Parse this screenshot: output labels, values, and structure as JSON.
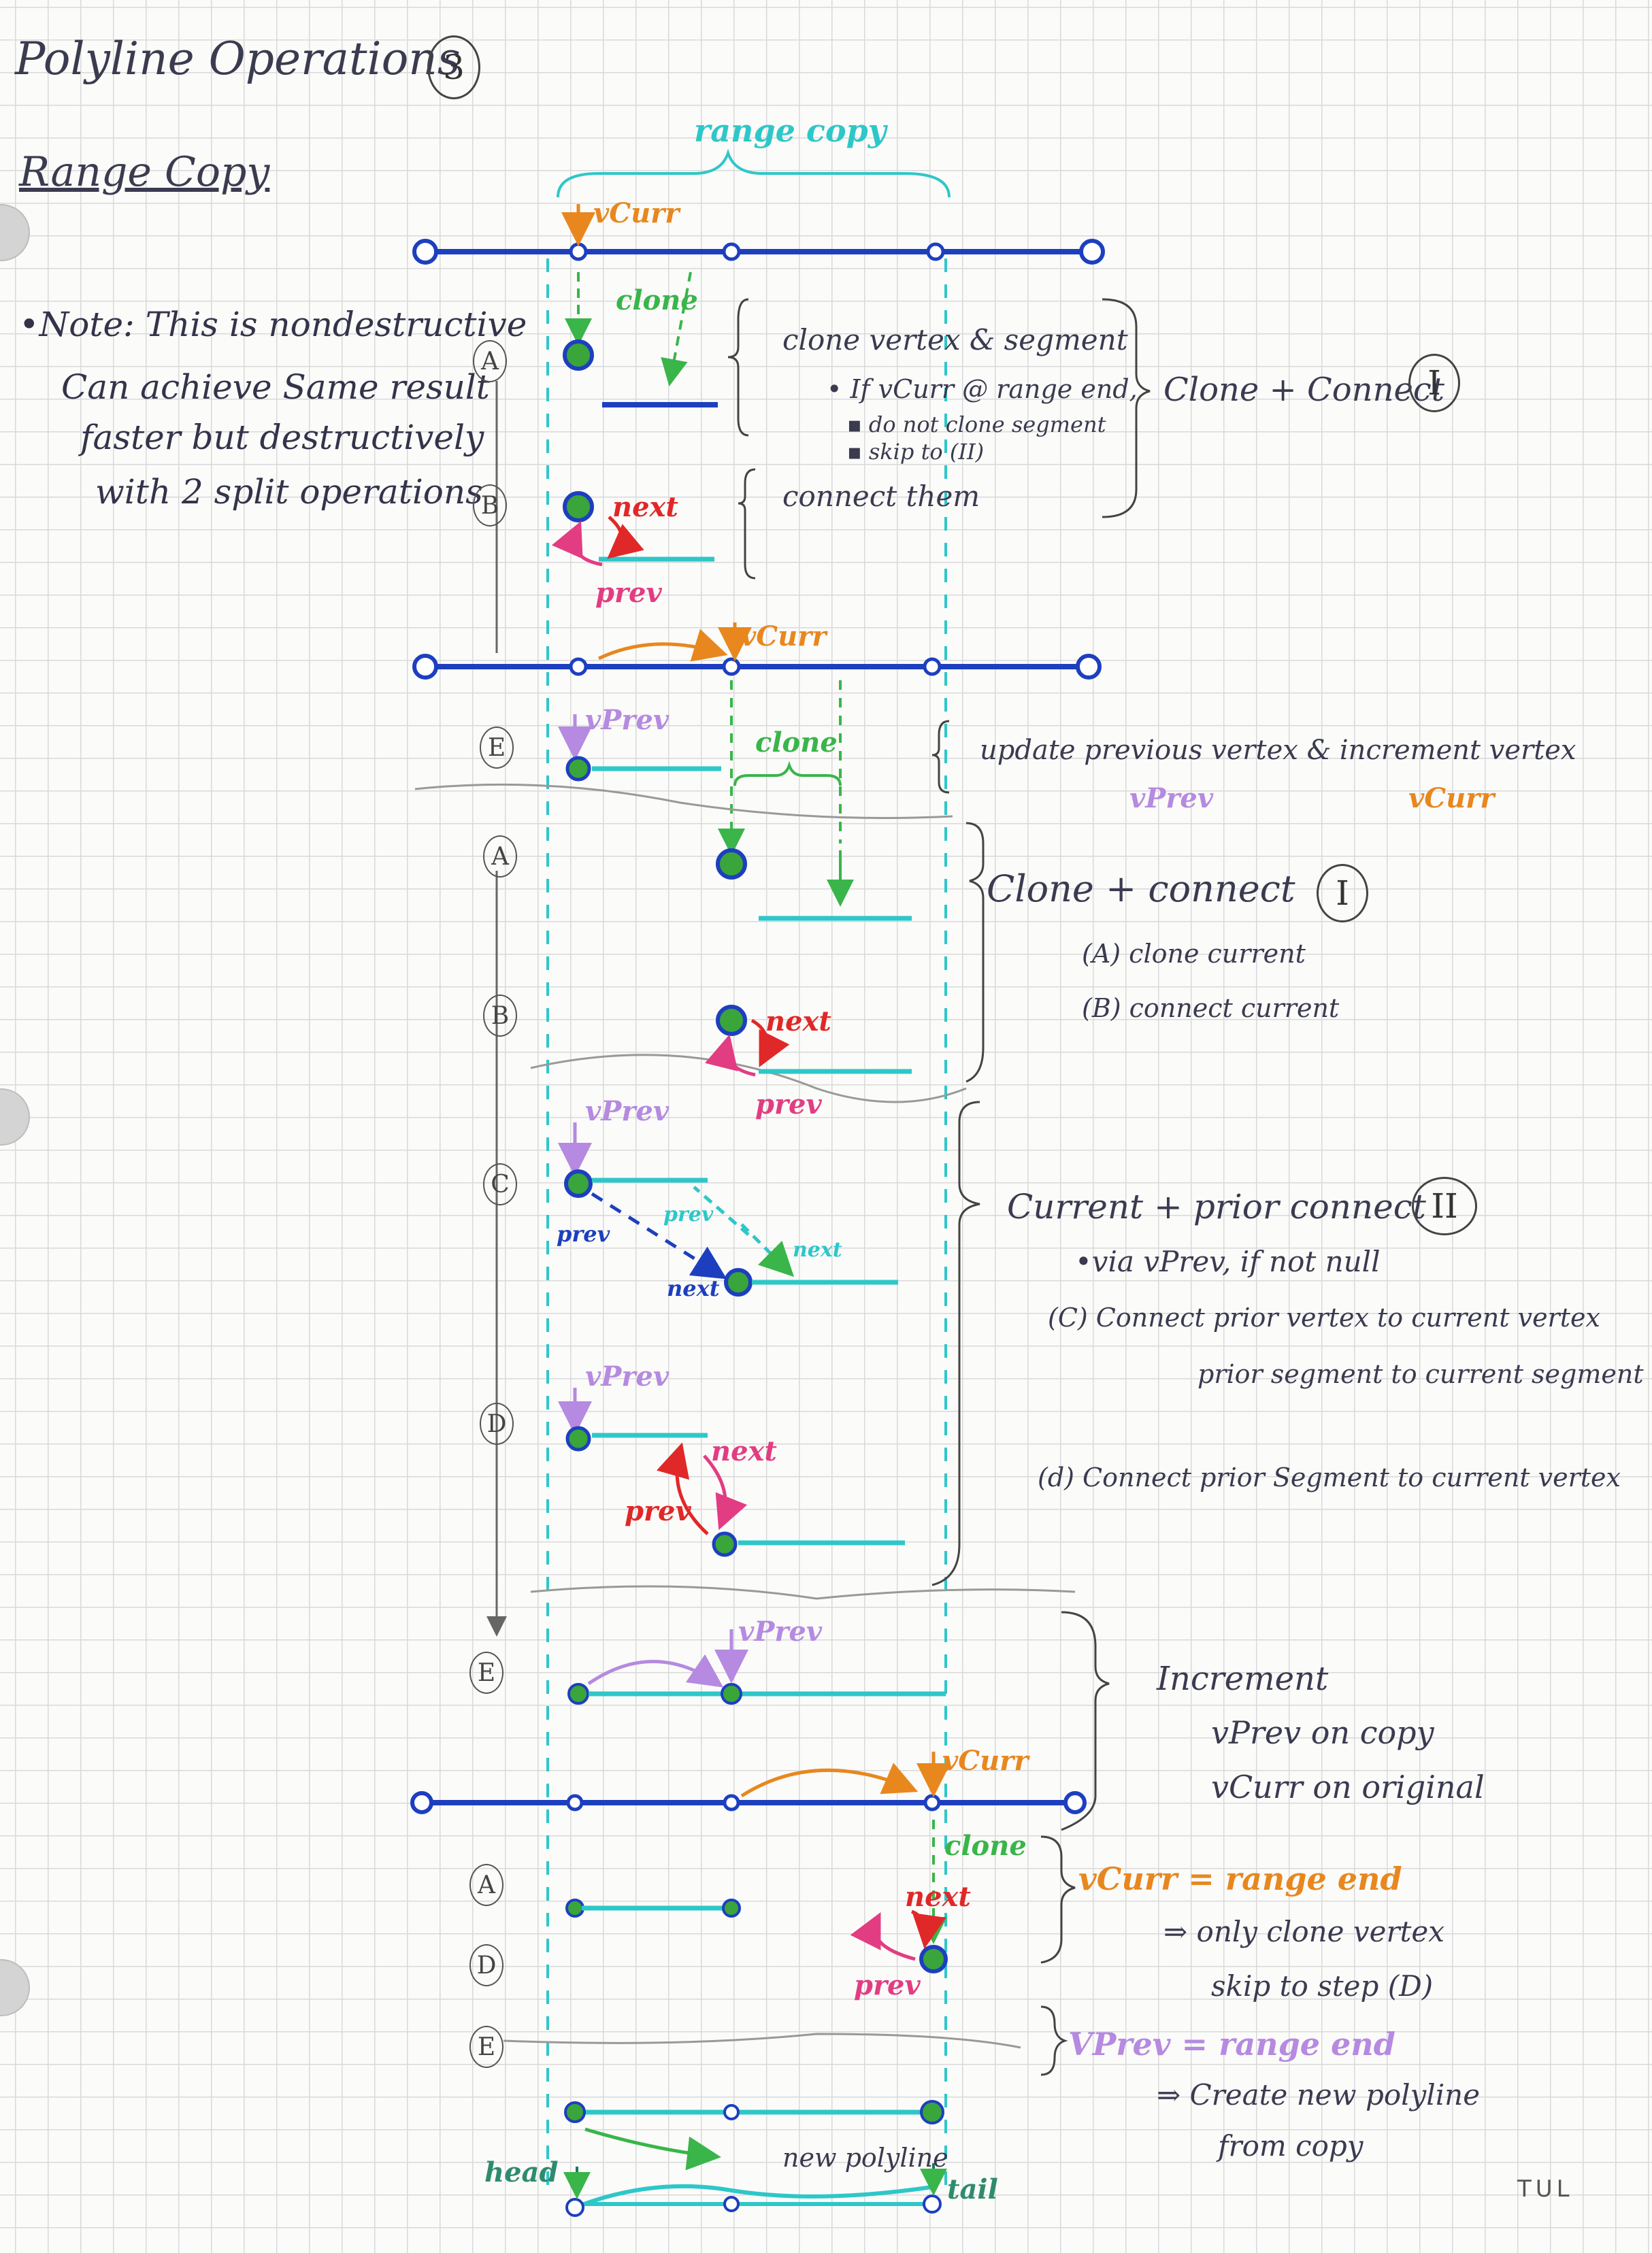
{
  "title": "Polyline Operations",
  "title_number": "3",
  "subtitle": "Range Copy",
  "range_label": "range copy",
  "note": {
    "line1": "•Note: This is nondestructive",
    "line2": "Can achieve Same result",
    "line3": "faster but destructively",
    "line4": "with 2 split operations"
  },
  "labels": {
    "vcurr": "vCurr",
    "vprev": "vPrev",
    "clone": "clone",
    "next": "next",
    "prev": "prev",
    "head": "head",
    "tail": "tail",
    "new_polyline": "new polyline"
  },
  "steps": {
    "A": "A",
    "B": "B",
    "C": "C",
    "D": "D",
    "E": "E"
  },
  "annotations": {
    "clone_segment": "clone vertex & segment",
    "if_range_end": "• If vCurr @ range end,",
    "no_clone_segment": "▪ do not clone segment",
    "skip_to": "▪ skip to (II)",
    "connect_them": "connect them",
    "clone_connect_1": "Clone + Connect",
    "roman_I": "I",
    "update_prev": "update previous vertex & increment vertex",
    "update_vprev": "vPrev",
    "update_vcurr": "vCurr",
    "clone_connect_2": "Clone + connect",
    "clone_current": "(A) clone current",
    "connect_current": "(B) connect current",
    "current_prior": "Current + prior connect",
    "roman_II": "II",
    "via_vprev": "•via vPrev, if not null",
    "c_line1": "(C) Connect prior vertex to current vertex",
    "c_line2": "prior segment to current segment",
    "d_line": "(d) Connect prior Segment to current vertex",
    "increment": "Increment",
    "vprev_on_copy": "vPrev on copy",
    "vcurr_on_original": "vCurr on original",
    "vcurr_range_end": "vCurr = range end",
    "only_clone_vertex": "⇒ only clone vertex",
    "skip_to_step": "skip to step (D)",
    "vprev_range_end": "VPrev = range end",
    "create_new": "⇒ Create new polyline",
    "from_copy": "from copy"
  },
  "brand": "TUL",
  "colors": {
    "original_line": "#1d3fbf",
    "copy_line": "#2ec7c9",
    "vertex_fill": "#3aa53a",
    "vcurr": "#e8871e",
    "vprev": "#b58ae0",
    "clone": "#39b54a",
    "next_prev": "#e23d82"
  }
}
